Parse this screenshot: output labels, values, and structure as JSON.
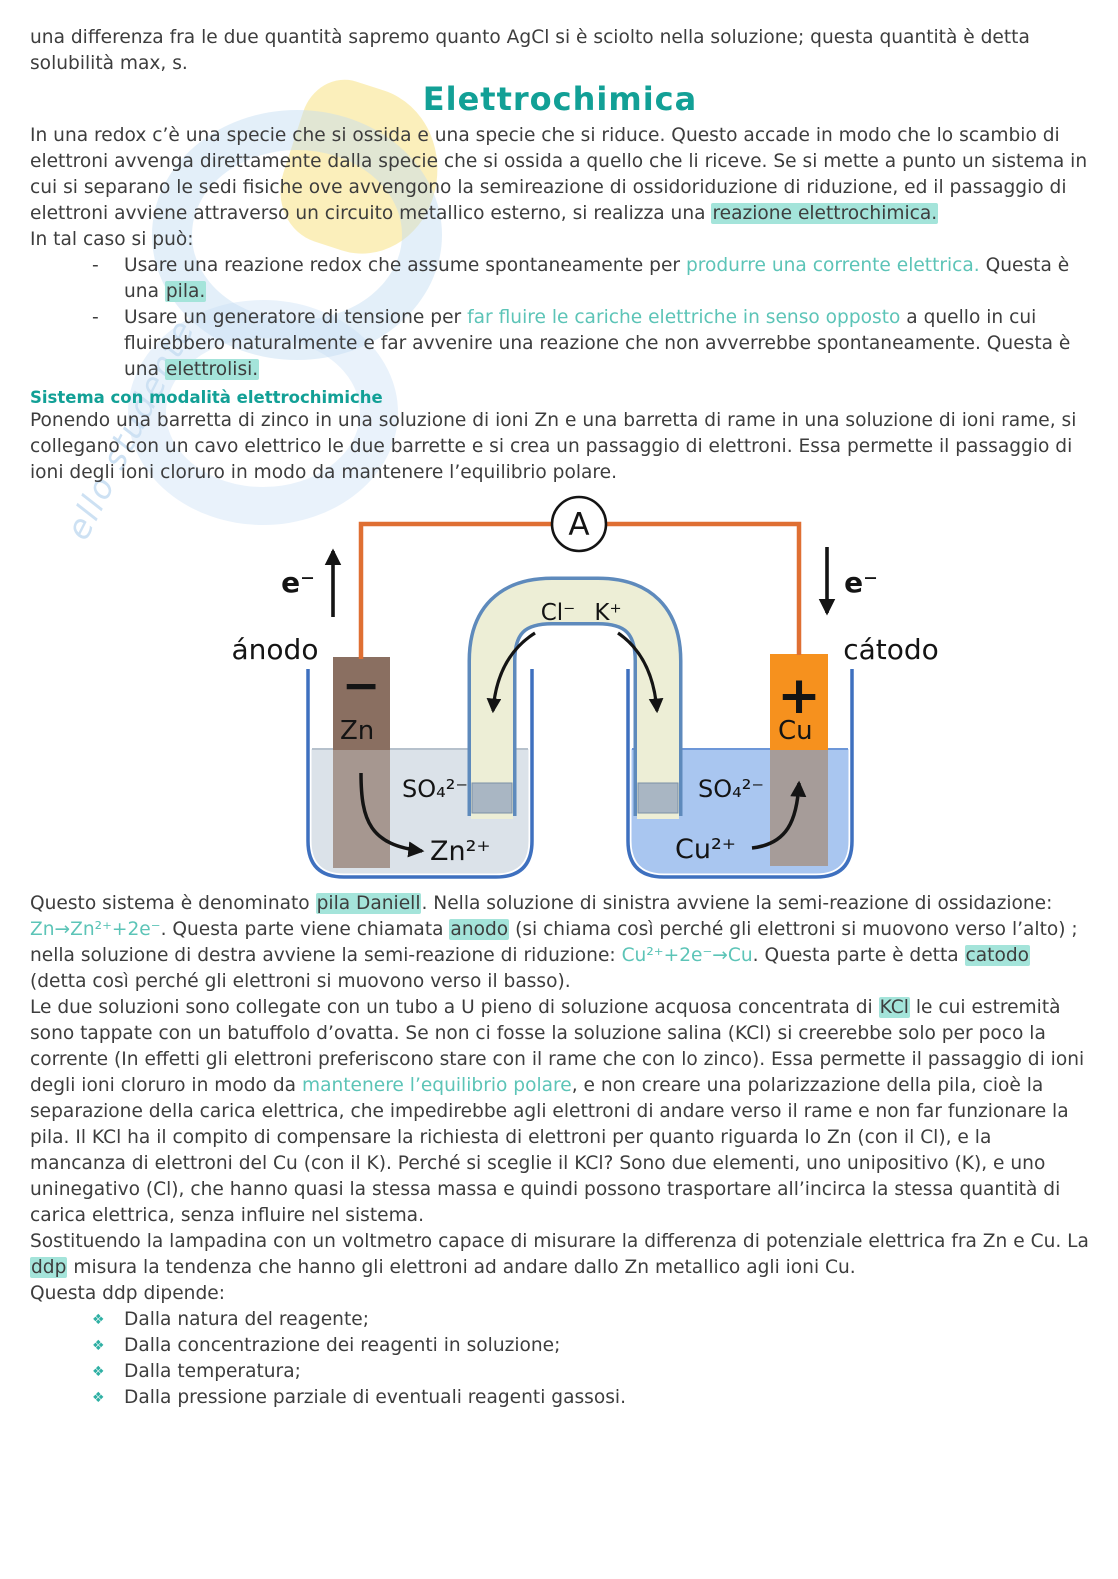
{
  "colors": {
    "accent_teal": "#12a096",
    "highlight": "#a4e4da",
    "inline_teal_text": "#5cc4b7",
    "wire_orange": "#df6f33",
    "copper_electrode": "#f6911e",
    "zinc_electrode": "#8a6f61",
    "solution_left": "#dbe2e9",
    "solution_right": "#a9c6f0",
    "beaker_outline": "#3e70bf"
  },
  "watermark": {
    "text": "ello studente"
  },
  "content": {
    "intro": "una differenza fra le due quantità sapremo quanto AgCl si è sciolto nella soluzione; questa quantità è detta solubilità max, s.",
    "title": "Elettrochimica",
    "p1": [
      "In una redox c’è una specie che si ossida e una specie che si riduce. Questo accade in modo che lo scambio di elettroni avvenga direttamente dalla specie che si ossida a quello che li riceve. Se si mette a punto un sistema in cui si separano le sedi fisiche ove avvengono la semireazione di ossidoriduzione di riduzione, ed il passaggio di elettroni avviene attraverso un circuito metallico esterno, si realizza una ",
      "reazione elettrochimica."
    ],
    "p1b": "In tal caso si può:",
    "dash": "-",
    "b1": [
      "Usare una reazione redox che assume spontaneamente per ",
      "produrre una corrente elettrica.",
      " Questa è una ",
      "pila."
    ],
    "b2": [
      "Usare un generatore di tensione per ",
      "far fluire le cariche elettriche in senso opposto",
      " a quello in cui fluirebbero naturalmente e far avvenire una reazione che non avverrebbe spontaneamente. Questa è una ",
      "elettrolisi."
    ],
    "subheading": "Sistema con modalità elettrochimiche",
    "p2": "Ponendo una barretta di zinco in una soluzione di ioni Zn e una barretta di rame in una soluzione di ioni rame, si collegano con un cavo elettrico le due barrette e si crea un passaggio di elettroni. Essa permette il passaggio di ioni degli ioni cloruro in modo da mantenere l’equilibrio polare.",
    "p3": [
      "Questo sistema è denominato ",
      "pila Daniell",
      ". Nella soluzione di sinistra avviene la semi-reazione di ossidazione: ",
      "Zn→Zn²⁺+2e⁻",
      ". Questa parte viene chiamata ",
      "anodo",
      " (si chiama così perché gli elettroni si muovono verso l’alto) ; nella soluzione di destra avviene la semi-reazione di riduzione: ",
      "Cu²⁺+2e⁻→Cu",
      ". Questa parte è detta ",
      "catodo",
      " (detta così perché gli elettroni si muovono verso il basso)."
    ],
    "p4": [
      "Le due soluzioni sono collegate con un tubo a U pieno di soluzione acquosa concentrata di ",
      "KCl",
      " le cui estremità sono tappate con un batuffolo d’ovatta. Se non ci fosse la soluzione salina (KCl) si creerebbe solo per poco la corrente (In effetti gli elettroni preferiscono stare con il rame che con lo zinco). Essa permette il passaggio di ioni degli ioni cloruro in modo da ",
      "mantenere l’equilibrio polare",
      ", e non creare una polarizzazione della pila, cioè la separazione della carica elettrica, che impedirebbe agli elettroni di andare verso il rame e non far funzionare la pila. Il KCl ha il compito di compensare la richiesta di elettroni per quanto riguarda lo Zn (con il Cl), e la mancanza di elettroni del Cu (con il K). Perché si sceglie il KCl? Sono due elementi, uno unipositivo (K), e uno uninegativo (Cl), che hanno quasi la stessa massa e quindi possono trasportare all’incirca la stessa quantità di carica elettrica, senza influire nel sistema."
    ],
    "p5": [
      "Sostituendo la lampadina con un voltmetro capace di misurare la differenza di potenziale elettrica fra Zn e Cu. La ",
      "ddp",
      " misura la tendenza che hanno gli elettroni ad andare dallo Zn metallico agli ioni Cu."
    ],
    "p6": "Questa ddp dipende:",
    "diamond": "❖",
    "ddp_items": [
      "Dalla natura del reagente;",
      "Dalla concentrazione dei reagenti in soluzione;",
      "Dalla temperatura;",
      "Dalla pressione parziale di eventuali reagenti gassosi."
    ]
  },
  "diagram": {
    "ammeter_label": "A",
    "electron_label_left": "e⁻",
    "electron_label_right": "e⁻",
    "anode_label": "ánodo",
    "cathode_label": "cátodo",
    "minus_sign": "−",
    "plus_sign": "+",
    "zinc_label": "Zn",
    "copper_label": "Cu",
    "chloride_label": "Cl⁻",
    "potassium_label": "K⁺",
    "sulfate_left": "SO₄²⁻",
    "sulfate_right": "SO₄²⁻",
    "zinc_ion": "Zn²⁺",
    "copper_ion": "Cu²⁺"
  }
}
